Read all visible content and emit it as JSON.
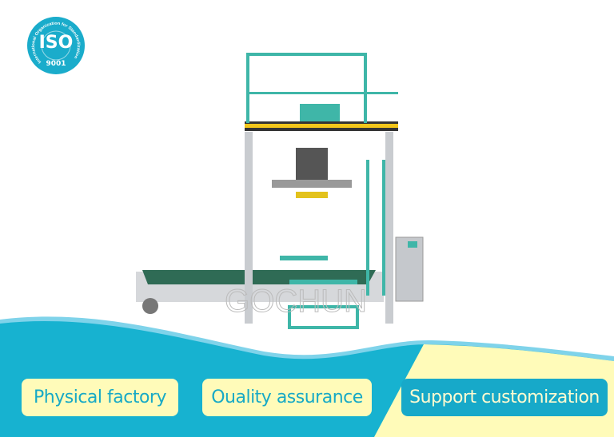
{
  "badge": {
    "title": "ISO",
    "number": "9001",
    "ring_text": "International Organization for Standardization"
  },
  "watermark": "GOCHUN",
  "features": [
    {
      "label": "Physical factory"
    },
    {
      "label": "Ouality assurance"
    },
    {
      "label": "Support customization"
    }
  ],
  "colors": {
    "blue": "#17a9c9",
    "yellow": "#fffbb9",
    "machine_teal": "#3fb6a8",
    "frame_gray": "#c9ccd0"
  }
}
